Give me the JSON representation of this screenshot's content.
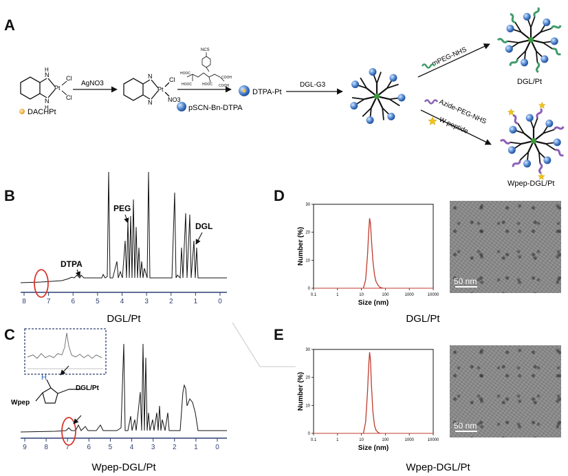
{
  "panels": {
    "A": "A",
    "B": "B",
    "C": "C",
    "D": "D",
    "E": "E"
  },
  "scheme": {
    "dachpt": "DACHPt",
    "agno3": "AgNO3",
    "cl": "Cl",
    "pt": "Pt",
    "no3": "NO3",
    "nh": "N",
    "h": "H",
    "psc": "pSCN-Bn-DTPA",
    "ncs": "NCS",
    "hooc": "HOOC",
    "cooh": "COOH",
    "dtpa_pt": "DTPA-Pt",
    "dgl_g3": "DGL-G3",
    "mpeg_nhs": "mPEG-NHS",
    "dgl_pt": "DGL/Pt",
    "azide_peg_nhs": "Azide-PEG-NHS",
    "w_peptide": "W peptide",
    "wpep_dgl_pt": "Wpep-DGL/Pt"
  },
  "nmr_b": {
    "labels": {
      "peg": "PEG",
      "dgl": "DGL",
      "dtpa": "DTPA"
    },
    "ticks": [
      "8",
      "7",
      "6",
      "5",
      "4",
      "3",
      "2",
      "1",
      "0"
    ],
    "caption": "DGL/Pt"
  },
  "nmr_c": {
    "labels": {
      "wpep": "Wpep",
      "dgl_pt": "DGL/Pt",
      "h": "H"
    },
    "ticks": [
      "9",
      "8",
      "7",
      "6",
      "5",
      "4",
      "3",
      "2",
      "1",
      "0"
    ],
    "caption": "Wpep-DGL/Pt"
  },
  "dls_d": {
    "caption": "DGL/Pt",
    "scale": "50 nm"
  },
  "dls_e": {
    "caption": "Wpep-DGL/Pt",
    "scale": "50 nm"
  },
  "chart_data": [
    {
      "type": "line",
      "title": "",
      "xlabel": "Size (nm)",
      "ylabel": "Number (%)",
      "xscale": "log",
      "xlim": [
        0.1,
        10000
      ],
      "ylim": [
        0,
        30
      ],
      "xticks": [
        "0.1",
        "1",
        "10",
        "100",
        "1000",
        "10000"
      ],
      "yticks": [
        "0",
        "10",
        "20",
        "30"
      ],
      "series": [
        {
          "x": [
            12,
            15,
            18,
            20,
            22,
            24,
            26,
            30,
            35,
            40,
            50,
            60,
            80
          ],
          "y": [
            0,
            3,
            12,
            20,
            25,
            23,
            18,
            10,
            5,
            2.5,
            1,
            0.3,
            0
          ]
        }
      ]
    },
    {
      "type": "line",
      "title": "",
      "xlabel": "Size (nm)",
      "ylabel": "Number (%)",
      "xscale": "log",
      "xlim": [
        0.1,
        10000
      ],
      "ylim": [
        0,
        30
      ],
      "xticks": [
        "0.1",
        "1",
        "10",
        "100",
        "1000",
        "10000"
      ],
      "yticks": [
        "0",
        "10",
        "20",
        "30"
      ],
      "series": [
        {
          "x": [
            12,
            15,
            18,
            20,
            22,
            24,
            26,
            30,
            35,
            40,
            50,
            60
          ],
          "y": [
            0,
            4,
            15,
            24,
            29,
            26,
            18,
            8,
            3,
            1.2,
            0.3,
            0
          ]
        }
      ]
    }
  ],
  "colors": {
    "dls_line": "#c0392b",
    "sphere": "#5b8fd6",
    "core": "#3b9a3b",
    "peg_green": "#3f9b6b",
    "peg_purple": "#8b5fb5",
    "star": "#f0c419",
    "red_circle": "#d9342b"
  }
}
